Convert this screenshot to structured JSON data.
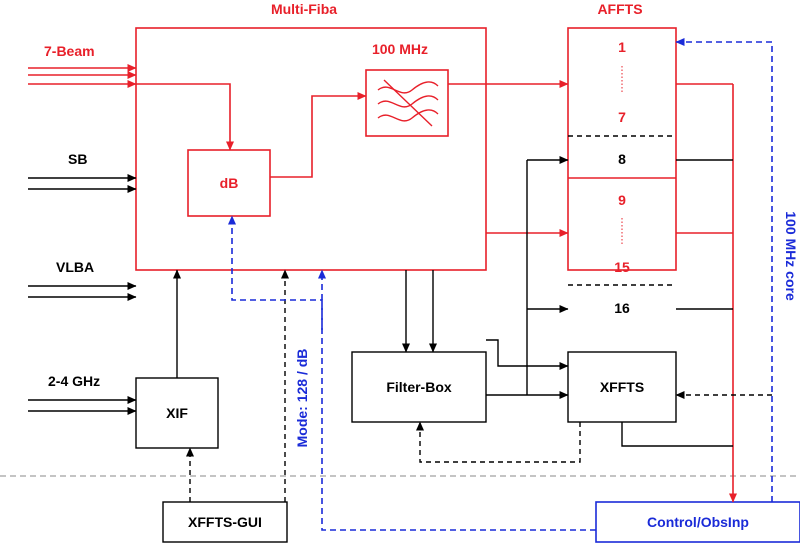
{
  "colors": {
    "signal": "#e8202a",
    "data": "#000000",
    "control": "#1a2bd8",
    "separator": "#888888"
  },
  "blocks": {
    "multifiba": "Multi-Fiba",
    "afft_title": "AFFTS",
    "filter_freq": "100 MHz",
    "db": "dB",
    "xif": "XIF",
    "filterbox": "Filter-Box",
    "xffts": "XFFTS",
    "xffts_gui": "XFFTS-GUI",
    "control": "Control/ObsInp"
  },
  "inputs": {
    "beam": "7-Beam",
    "sb": "SB",
    "vlba": "VLBA",
    "ghz": "2-4 GHz"
  },
  "afft_channels": {
    "c1": "1",
    "c7": "7",
    "c8": "8",
    "c9": "9",
    "c15": "15",
    "c16": "16"
  },
  "labels": {
    "mode": "Mode: 128 / dB",
    "core": "100 MHz core"
  },
  "icons": {
    "filter": "bandpass-filter-icon"
  }
}
